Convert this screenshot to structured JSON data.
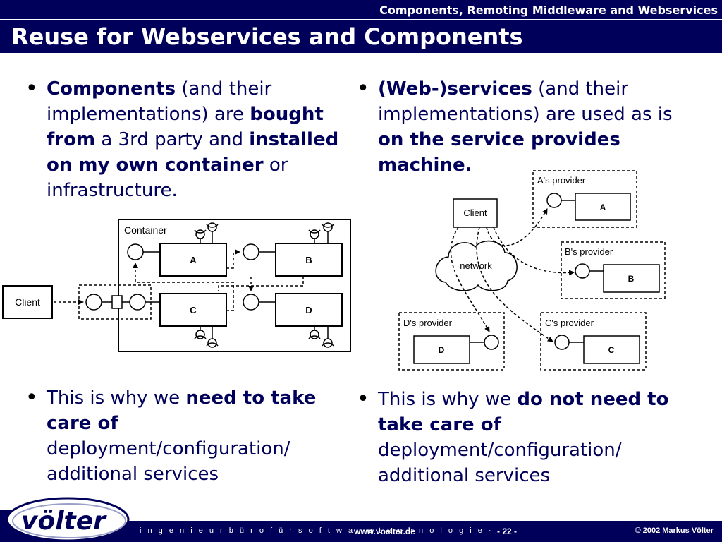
{
  "header": {
    "topic": "Components, Remoting Middleware and Webservices",
    "title": "Reuse for Webservices and Components"
  },
  "left": {
    "bullet1": {
      "b1": "Components",
      "t1": " (and their implementations) are ",
      "b2": "bought from",
      "t2": " a 3rd party and ",
      "b3": "installed on my own container",
      "t3": " or infrastructure."
    },
    "bullet2": {
      "t1": "This is why we ",
      "b1": "need to take care of",
      "t2": " deployment/configuration/ additional services"
    }
  },
  "right": {
    "bullet1": {
      "b1": "(Web-)services",
      "t1": " (and their implementations) are used as is ",
      "b2": "on the service provides machine."
    },
    "bullet2": {
      "t1": "This is why we ",
      "b1": "do not need to take care of",
      "t2": " deployment/configuration/ additional services"
    }
  },
  "left_diagram": {
    "container_label": "Container",
    "client_label": "Client",
    "comp_a": "A",
    "comp_b": "B",
    "comp_c": "C",
    "comp_d": "D"
  },
  "right_diagram": {
    "client_label": "Client",
    "network_label": "network",
    "a_provider": "A's provider",
    "b_provider": "B's provider",
    "c_provider": "C's provider",
    "d_provider": "D's provider",
    "comp_a": "A",
    "comp_b": "B",
    "comp_c": "C",
    "comp_d": "D"
  },
  "footer": {
    "logo_text": "völter",
    "tagline": "i n g e n i e u r b ü r o   f ü r   s o f t w a r e t e c h n o l o g i e  ·",
    "url": "www.voelter.de",
    "page": "- 22 -",
    "copyright": "© 2002 Markus Völter"
  },
  "colors": {
    "navy": "#00005a",
    "text": "#00005a"
  }
}
